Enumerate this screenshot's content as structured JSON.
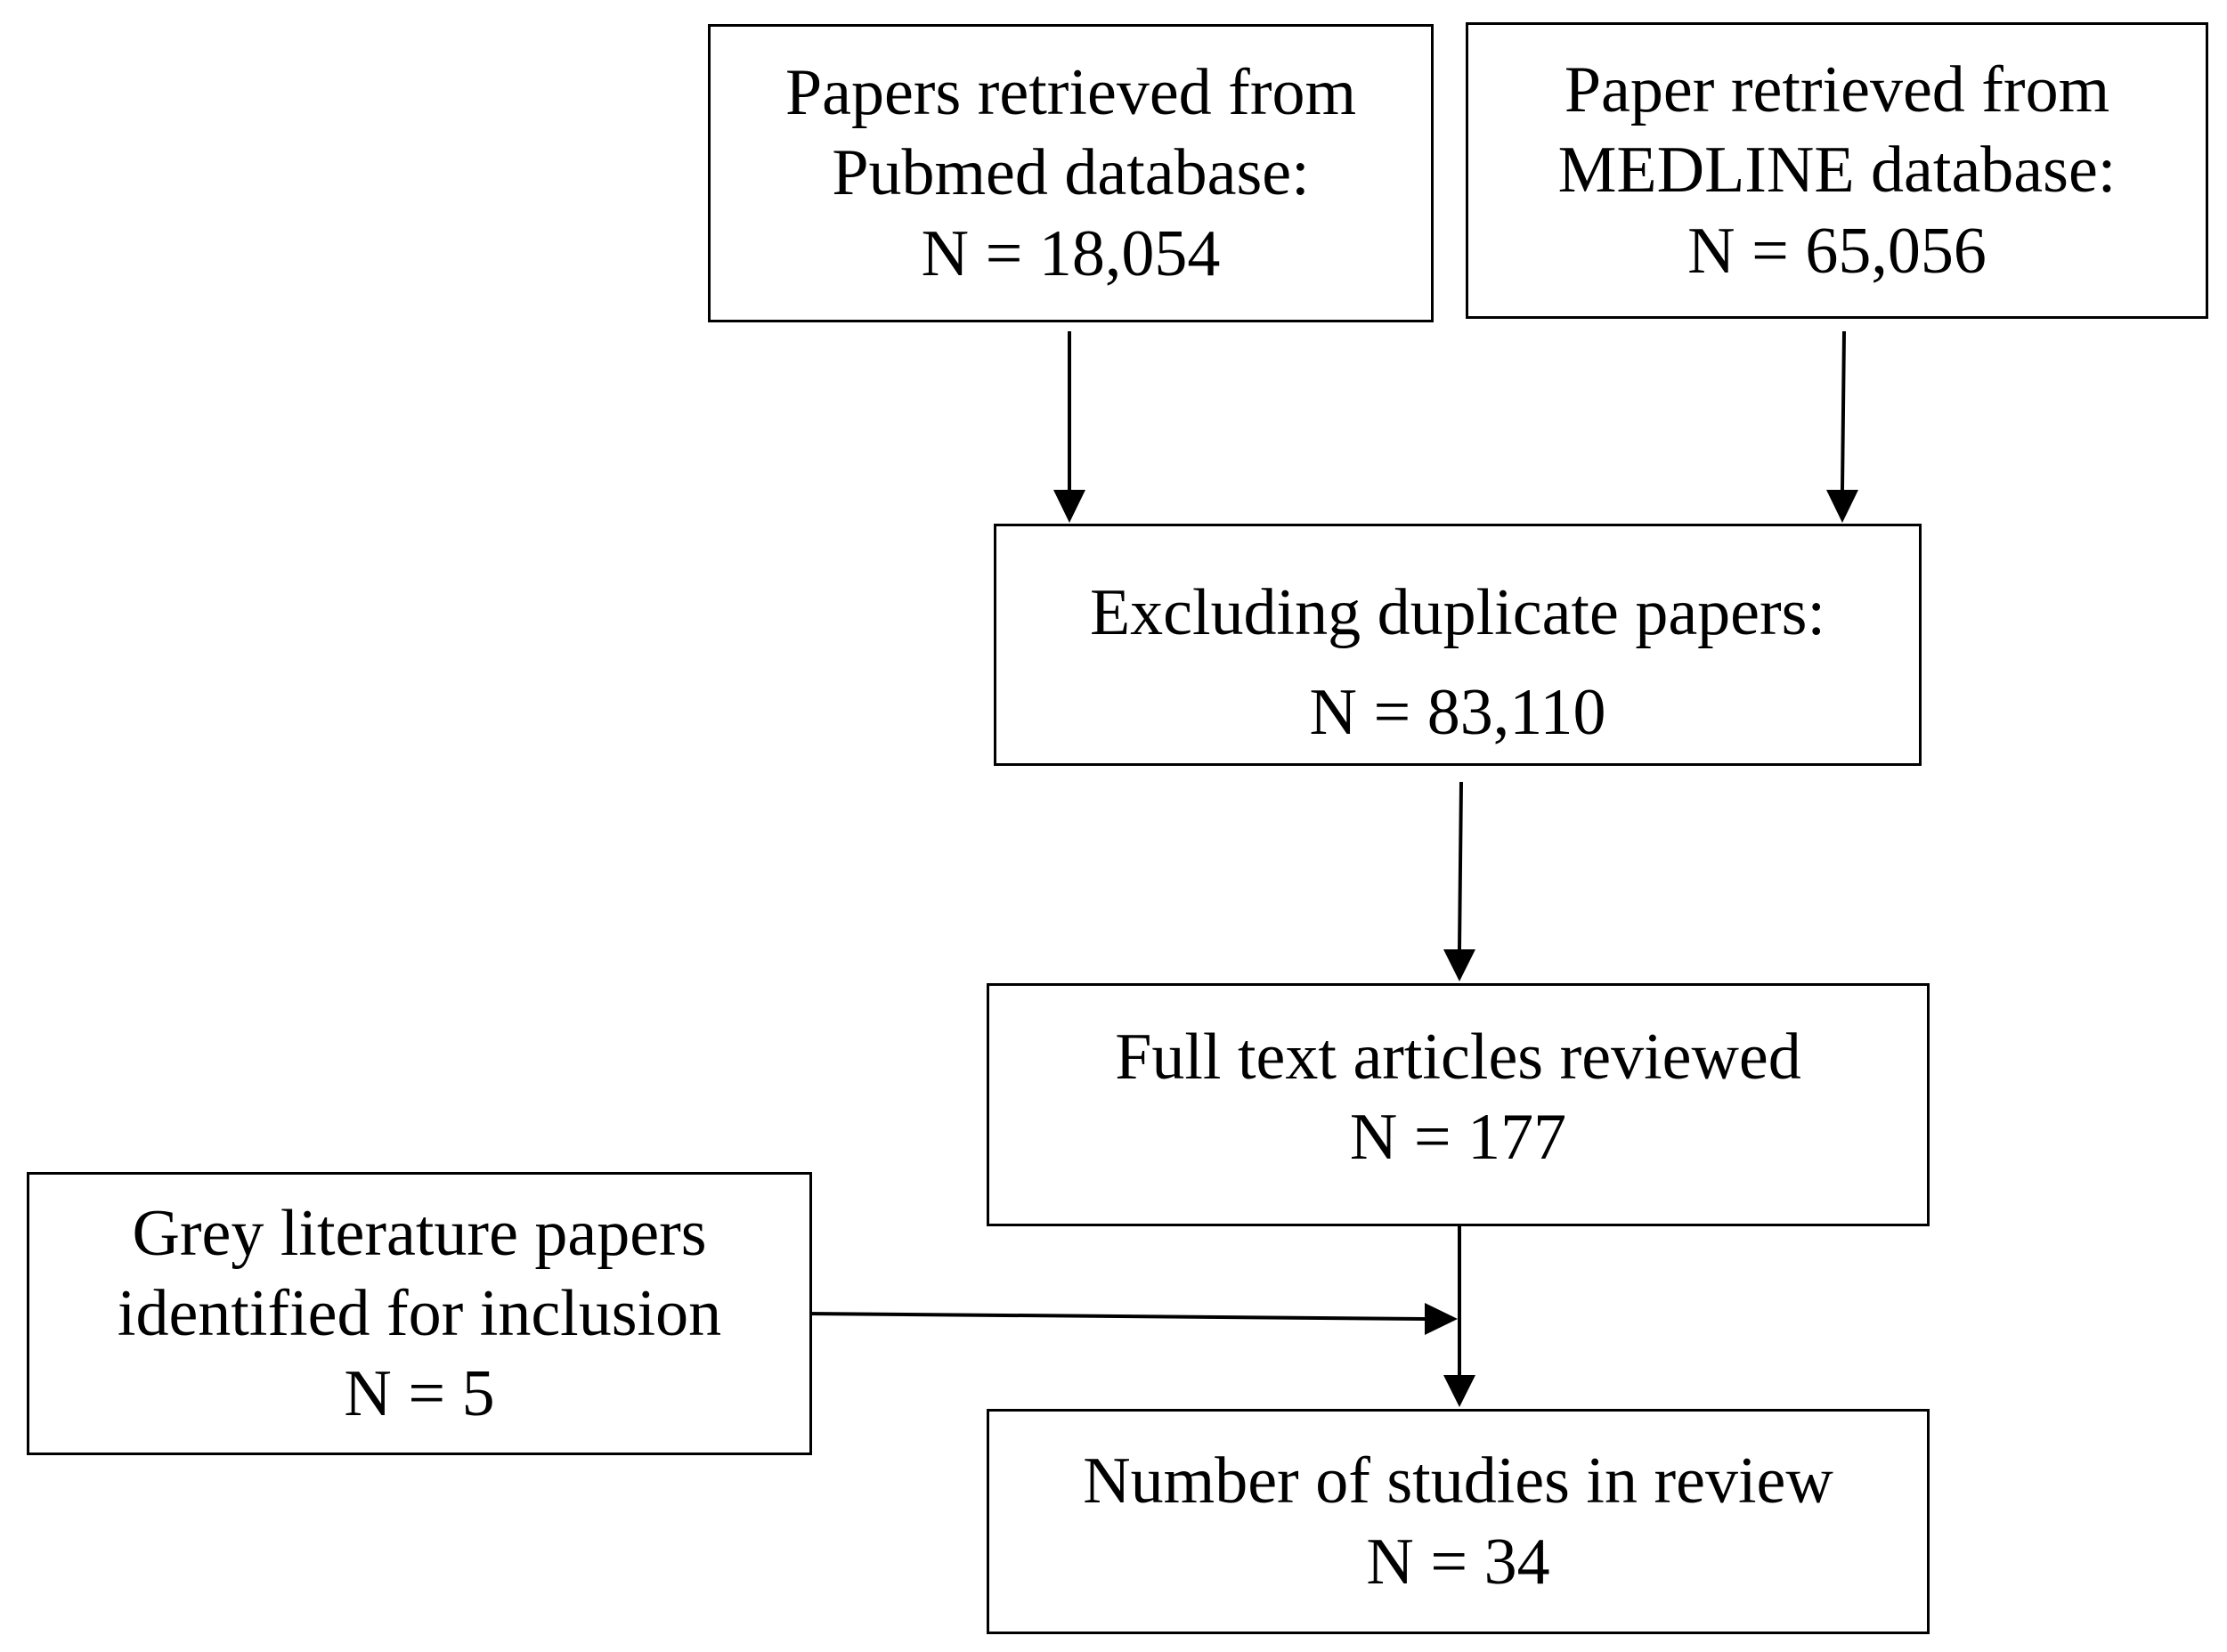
{
  "nodes": {
    "pubmed": {
      "lines": [
        "Papers retrieved from",
        "Pubmed database:",
        "N = 18,054"
      ]
    },
    "medline": {
      "lines": [
        "Paper retrieved from",
        "MEDLINE database:",
        "N = 65,056"
      ]
    },
    "dedup": {
      "lines": [
        "Excluding duplicate papers:",
        "N = 83,110"
      ]
    },
    "fulltext": {
      "lines": [
        "Full text articles reviewed",
        "N = 177"
      ]
    },
    "grey": {
      "lines": [
        "Grey literature papers",
        "identified for inclusion",
        "N = 5"
      ]
    },
    "final": {
      "lines": [
        "Number of studies in review",
        "N = 34"
      ]
    }
  },
  "edges": [
    {
      "from": "pubmed",
      "to": "dedup"
    },
    {
      "from": "medline",
      "to": "dedup"
    },
    {
      "from": "dedup",
      "to": "fulltext"
    },
    {
      "from": "fulltext",
      "to": "final"
    },
    {
      "from": "grey",
      "to": "final"
    }
  ]
}
